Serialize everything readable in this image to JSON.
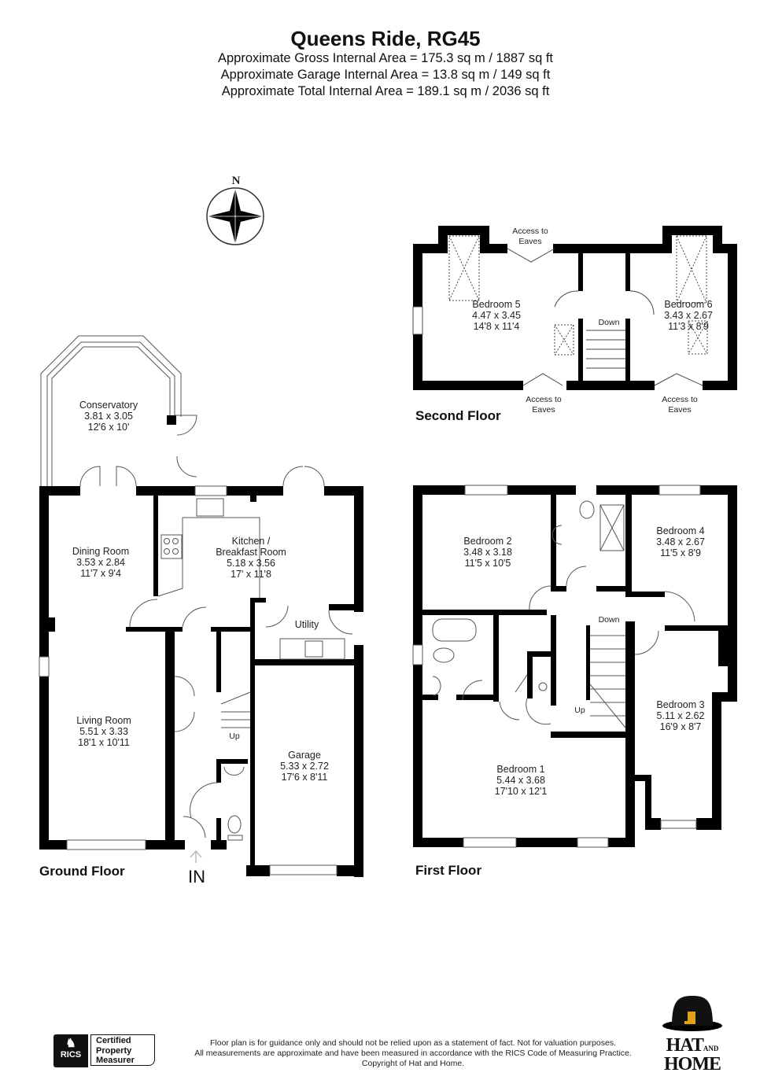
{
  "header": {
    "title": "Queens Ride, RG45",
    "gross_area": "Approximate Gross Internal Area = 175.3 sq m / 1887 sq ft",
    "garage_area": "Approximate Garage Internal Area = 13.8 sq m / 149 sq ft",
    "total_area": "Approximate Total Internal Area = 189.1 sq m / 2036 sq ft"
  },
  "compass": {
    "label": "N",
    "icon": "compass-rose-icon"
  },
  "ground_floor": {
    "label": "Ground Floor",
    "entrance": "IN",
    "stairs": "Up",
    "rooms": {
      "conservatory": {
        "name": "Conservatory",
        "metric": "3.81 x 3.05",
        "imperial": "12'6 x 10'"
      },
      "dining": {
        "name": "Dining Room",
        "metric": "3.53 x 2.84",
        "imperial": "11'7 x 9'4"
      },
      "kitchen": {
        "name": "Kitchen /",
        "name2": "Breakfast Room",
        "metric": "5.18 x 3.56",
        "imperial": "17' x 11'8"
      },
      "utility": {
        "name": "Utility"
      },
      "living": {
        "name": "Living Room",
        "metric": "5.51 x 3.33",
        "imperial": "18'1 x 10'11"
      },
      "garage": {
        "name": "Garage",
        "metric": "5.33 x 2.72",
        "imperial": "17'6 x 8'11"
      }
    }
  },
  "first_floor": {
    "label": "First Floor",
    "stairs_down": "Down",
    "stairs_up": "Up",
    "rooms": {
      "bed2": {
        "name": "Bedroom 2",
        "metric": "3.48 x 3.18",
        "imperial": "11'5 x 10'5"
      },
      "bed4": {
        "name": "Bedroom 4",
        "metric": "3.48 x 2.67",
        "imperial": "11'5 x 8'9"
      },
      "bed3": {
        "name": "Bedroom 3",
        "metric": "5.11 x 2.62",
        "imperial": "16'9 x 8'7"
      },
      "bed1": {
        "name": "Bedroom 1",
        "metric": "5.44 x 3.68",
        "imperial": "17'10 x 12'1"
      }
    }
  },
  "second_floor": {
    "label": "Second Floor",
    "stairs": "Down",
    "eaves_top": [
      "Access to",
      "Eaves"
    ],
    "eaves_bottom_left": [
      "Access to",
      "Eaves"
    ],
    "eaves_bottom_right": [
      "Access to",
      "Eaves"
    ],
    "rooms": {
      "bed5": {
        "name": "Bedroom 5",
        "metric": "4.47 x 3.45",
        "imperial": "14'8 x 11'4"
      },
      "bed6": {
        "name": "Bedroom 6",
        "metric": "3.43 x 2.67",
        "imperial": "11'3 x 8'9"
      }
    }
  },
  "footer": {
    "disclaimer_1": "Floor plan is for guidance only and should not be relied upon as a statement of fact. Not for valuation purposes.",
    "disclaimer_2": "All measurements are approximate and have been measured in accordance with the RICS Code of Measuring Practice.",
    "copyright": "Copyright of Hat and Home.",
    "rics_badge": {
      "brand": "RICS",
      "line1": "Certified",
      "line2": "Property",
      "line3": "Measurer"
    },
    "logo": {
      "line1": "HAT",
      "and": "AND",
      "line2": "HOME",
      "accent": "#e0a21a"
    }
  }
}
